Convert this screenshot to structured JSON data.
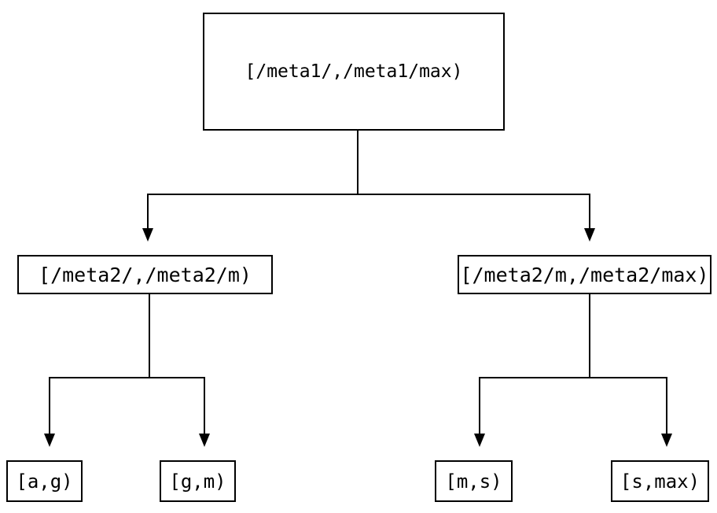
{
  "diagram": {
    "type": "binary-interval-tree",
    "background_color": "#ffffff",
    "line_color": "#000000",
    "nodes": {
      "root": {
        "label": "[/meta1/,/meta1/max)"
      },
      "left_child": {
        "label": "[/meta2/,/meta2/m)"
      },
      "right_child": {
        "label": "[/meta2/m,/meta2/max)"
      },
      "leaf_ag": {
        "label": "[a,g)"
      },
      "leaf_gm": {
        "label": "[g,m)"
      },
      "leaf_ms": {
        "label": "[m,s)"
      },
      "leaf_smax": {
        "label": "[s,max)"
      }
    },
    "edges": [
      {
        "from": "root",
        "to": "left_child"
      },
      {
        "from": "root",
        "to": "right_child"
      },
      {
        "from": "left_child",
        "to": "leaf_ag"
      },
      {
        "from": "left_child",
        "to": "leaf_gm"
      },
      {
        "from": "right_child",
        "to": "leaf_ms"
      },
      {
        "from": "right_child",
        "to": "leaf_smax"
      }
    ]
  }
}
